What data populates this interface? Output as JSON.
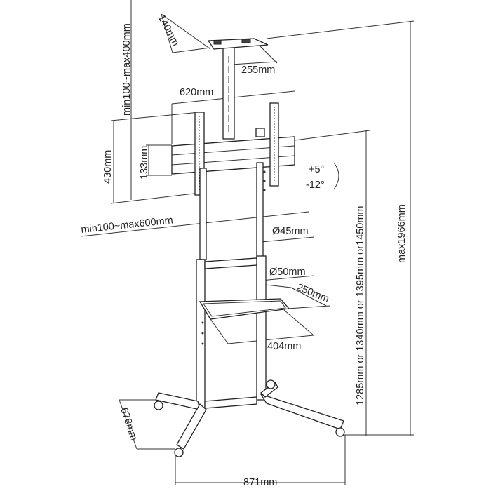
{
  "dimensions": {
    "camera_shelf_depth": "140mm",
    "camera_height_range": "min100~max400mm",
    "camera_shelf_width": "255mm",
    "bracket_width": "620mm",
    "bracket_height": "430mm",
    "rail_spacing": "133mm",
    "tilt_up": "+5°",
    "tilt_down": "-12°",
    "vesa_width_range": "min100~max600mm",
    "upper_pole_diameter": "Ø45mm",
    "lower_pole_diameter": "Ø50mm",
    "shelf_depth": "250mm",
    "shelf_width": "404mm",
    "center_height_options": "1285mm or 1340mm or 1395mm or1450mm",
    "max_height": "max1966mm",
    "base_depth": "678mm",
    "base_width": "871mm"
  },
  "colors": {
    "line": "#222222",
    "background": "#ffffff"
  }
}
